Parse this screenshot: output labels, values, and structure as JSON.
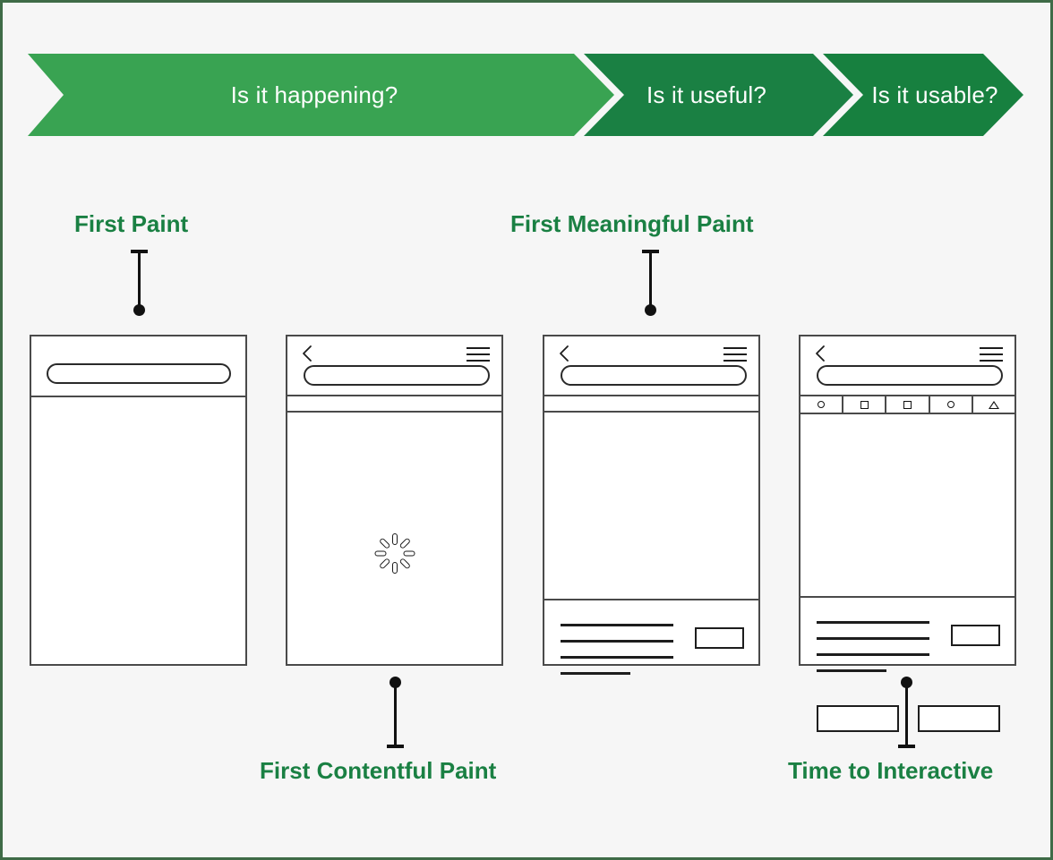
{
  "theme": {
    "page_background": "#f6f6f6",
    "page_border": "#3f6b47",
    "label_green": "#1a8043",
    "chevron_light_green": "#39a352",
    "chevron_mid_green": "#1a8043",
    "chevron_dark_green": "#17803f",
    "wireframe_stroke": "#4a4a4a"
  },
  "banner": {
    "name": "performance-phases-banner",
    "segments": [
      {
        "id": "is-it-happening",
        "label": "Is it happening?",
        "color": "#39a352"
      },
      {
        "id": "is-it-useful",
        "label": "Is it useful?",
        "color": "#1a8043"
      },
      {
        "id": "is-it-usable",
        "label": "Is it usable?",
        "color": "#17803f"
      }
    ]
  },
  "annotations": [
    {
      "id": "first-paint",
      "label": "First Paint",
      "position": "above",
      "frame": 1
    },
    {
      "id": "first-meaningful-paint",
      "label": "First Meaningful Paint",
      "position": "above",
      "frame": 3
    },
    {
      "id": "first-contentful-paint",
      "label": "First Contentful Paint",
      "position": "below",
      "frame": 2
    },
    {
      "id": "time-to-interactive",
      "label": "Time to Interactive",
      "position": "below",
      "frame": 4
    }
  ],
  "frames": [
    {
      "id": "frame-first-paint",
      "index": 1,
      "has_back_button": false,
      "has_menu_button": false,
      "has_url_bar": true,
      "has_toolbar": false,
      "has_icon_toolbar": false,
      "has_spinner": false,
      "has_content_card": false,
      "has_button_row": false
    },
    {
      "id": "frame-first-contentful-paint",
      "index": 2,
      "has_back_button": true,
      "has_menu_button": true,
      "has_url_bar": true,
      "has_toolbar": true,
      "has_icon_toolbar": false,
      "has_spinner": true,
      "has_content_card": false,
      "has_button_row": false
    },
    {
      "id": "frame-first-meaningful-paint",
      "index": 3,
      "has_back_button": true,
      "has_menu_button": true,
      "has_url_bar": true,
      "has_toolbar": true,
      "has_icon_toolbar": false,
      "has_spinner": false,
      "has_content_card": true,
      "has_button_row": false
    },
    {
      "id": "frame-time-to-interactive",
      "index": 4,
      "has_back_button": true,
      "has_menu_button": true,
      "has_url_bar": true,
      "has_toolbar": false,
      "has_icon_toolbar": true,
      "has_spinner": false,
      "has_content_card": true,
      "has_button_row": true
    }
  ],
  "icon_toolbar": {
    "name": "wireframe-icon-toolbar",
    "items": [
      {
        "id": "toolbar-item-1",
        "icon": "circle-icon"
      },
      {
        "id": "toolbar-item-2",
        "icon": "square-icon"
      },
      {
        "id": "toolbar-item-3",
        "icon": "square-icon"
      },
      {
        "id": "toolbar-item-4",
        "icon": "circle-icon"
      },
      {
        "id": "toolbar-item-5",
        "icon": "triangle-icon"
      }
    ]
  },
  "content_card": {
    "text_lines": 4,
    "thumbnail": "image-placeholder",
    "buttons": [
      "action-placeholder-left",
      "action-placeholder-right"
    ]
  },
  "spinner": {
    "name": "loading-spinner-icon",
    "spokes": 8
  },
  "icons": {
    "back": "back-chevron-icon",
    "menu": "hamburger-menu-icon",
    "url": "url-bar-pill"
  }
}
